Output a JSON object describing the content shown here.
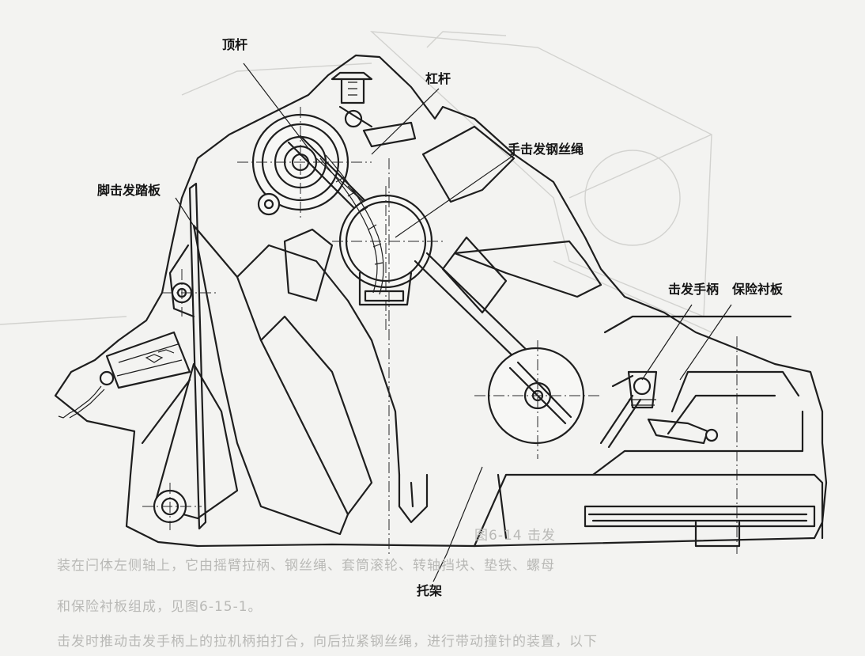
{
  "labels": {
    "top_rod": "顶杆",
    "lever": "杠杆",
    "hand_fire_wire_rope": "手击发钢丝绳",
    "foot_fire_pedal": "脚击发踏板",
    "fire_handle": "击发手柄",
    "safety_liner": "保险衬板",
    "bracket": "托架"
  },
  "bleed_through_text": {
    "caption": "图6-14 击发",
    "line1": "装在闩体左侧轴上，它由摇臂拉柄、钢丝绳、套筒滚轮、转轴挡块、垫铁、螺母",
    "line2": "和保险衬板组成，见图6-15-1。",
    "line3": "击发时推动击发手柄上的拉机柄拍打合，向后拉紧钢丝绳，进行带动撞针的装置，以下"
  },
  "colors": {
    "ink": "#1e1e1e",
    "paper": "#f3f3f1",
    "bleed": "#b9b9b6"
  }
}
